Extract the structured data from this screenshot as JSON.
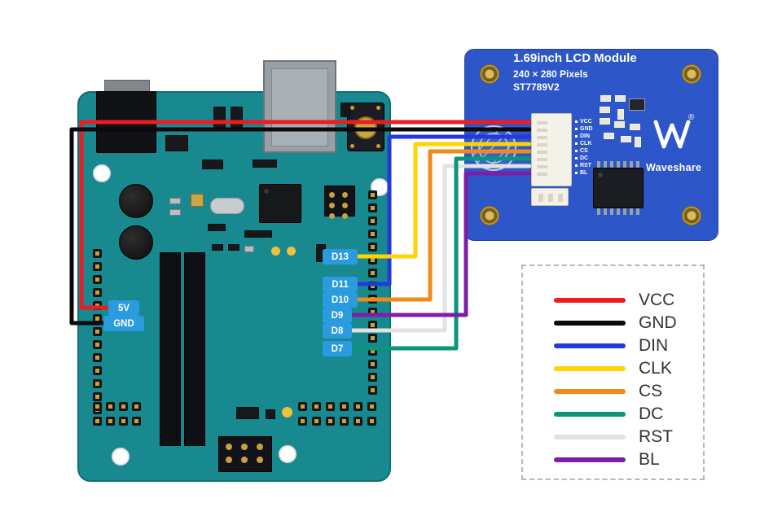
{
  "arduino": {
    "board_color": "#17898f",
    "pin_label_color": "#2b9be0",
    "left_pins": [
      {
        "label": "5V"
      },
      {
        "label": "GND"
      }
    ],
    "right_pins": [
      {
        "label": "D13"
      },
      {
        "label": "D11"
      },
      {
        "label": "D10"
      },
      {
        "label": "D9"
      },
      {
        "label": "D8"
      },
      {
        "label": "D7"
      }
    ]
  },
  "lcd": {
    "board_color": "#2d56c8",
    "title": "1.69inch LCD Module",
    "resolution": "240 × 280 Pixels",
    "controller": "ST7789V2",
    "brand": "Waveshare",
    "registered_mark": "®",
    "pins": [
      "VCC",
      "GND",
      "DIN",
      "CLK",
      "CS",
      "DC",
      "RST",
      "BL"
    ]
  },
  "legend": {
    "items": [
      {
        "label": "VCC",
        "color": "#ec1c24"
      },
      {
        "label": "GND",
        "color": "#0a0a0a"
      },
      {
        "label": "DIN",
        "color": "#2438dc"
      },
      {
        "label": "CLK",
        "color": "#ffd400"
      },
      {
        "label": "CS",
        "color": "#f08a18"
      },
      {
        "label": "DC",
        "color": "#0a9678"
      },
      {
        "label": "RST",
        "color": "#e2e2e2"
      },
      {
        "label": "BL",
        "color": "#7d1fa6"
      }
    ]
  },
  "connections": [
    {
      "signal": "VCC",
      "arduino_pin": "5V"
    },
    {
      "signal": "GND",
      "arduino_pin": "GND"
    },
    {
      "signal": "DIN",
      "arduino_pin": "D11"
    },
    {
      "signal": "CLK",
      "arduino_pin": "D13"
    },
    {
      "signal": "CS",
      "arduino_pin": "D10"
    },
    {
      "signal": "DC",
      "arduino_pin": "D7"
    },
    {
      "signal": "RST",
      "arduino_pin": "D8"
    },
    {
      "signal": "BL",
      "arduino_pin": "D9"
    }
  ]
}
